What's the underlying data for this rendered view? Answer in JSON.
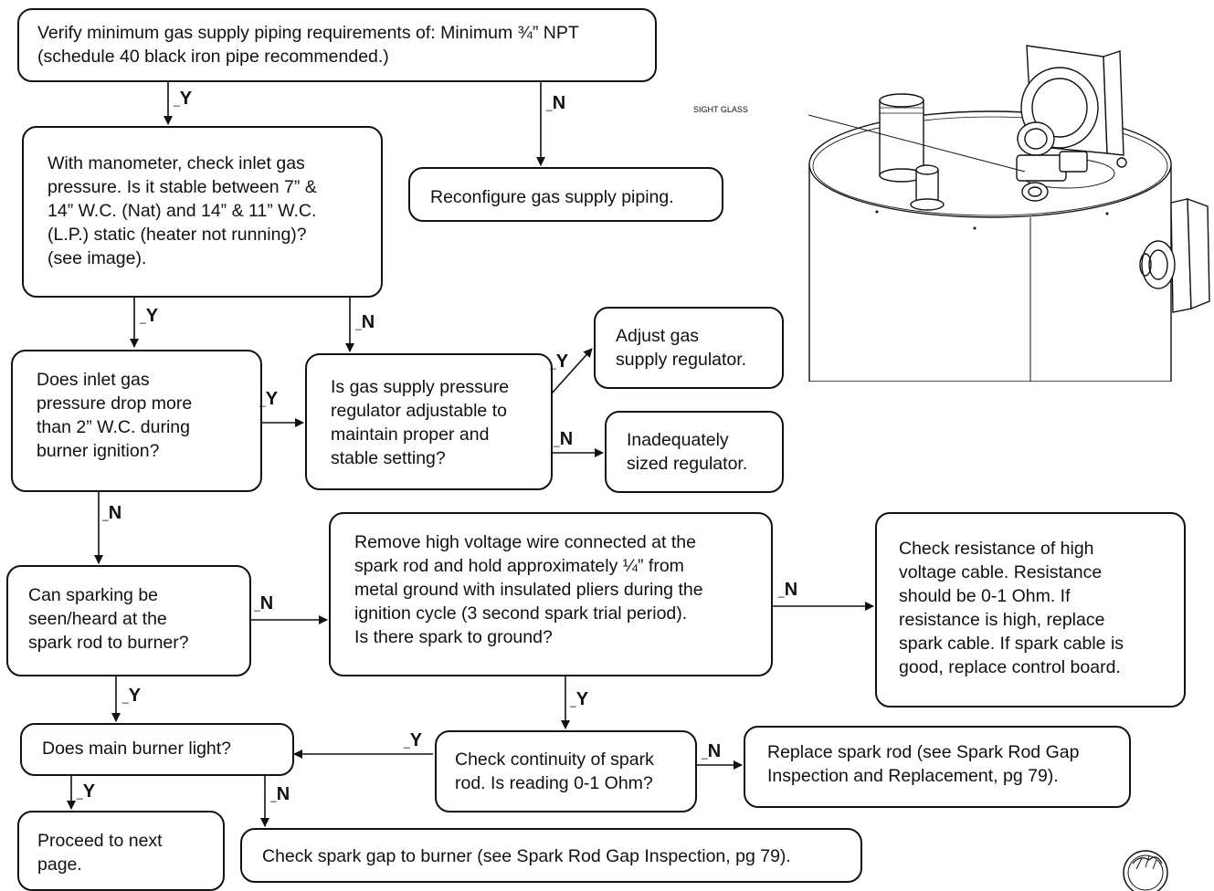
{
  "boxes": {
    "b1": "Verify minimum gas supply piping requirements of: Minimum ¾” NPT\n(schedule 40 black iron pipe recommended.)",
    "b2": "With manometer, check inlet gas\npressure. Is it stable between 7” &\n14” W.C. (Nat) and 14” & 11” W.C.\n(L.P.) static (heater not running)?\n(see image).",
    "b3": "Reconfigure gas supply piping.",
    "b4": "Does inlet gas\npressure drop more\nthan 2” W.C. during\nburner ignition?",
    "b5": "Is gas supply pressure\nregulator adjustable to\nmaintain proper and\nstable setting?",
    "b6": "Adjust gas\nsupply regulator.",
    "b7": "Inadequately\nsized regulator.",
    "b8": "Can sparking be\nseen/heard at the\nspark rod to burner?",
    "b9": "Remove high voltage wire connected at the\nspark rod and hold approximately ¼” from\nmetal ground with insulated pliers during the\nignition cycle (3 second spark trial period).\nIs there spark to ground?",
    "b10": "Check resistance of high\nvoltage cable. Resistance\nshould be 0-1 Ohm. If\nresistance is high, replace\nspark cable. If spark cable is\ngood, replace control board.",
    "b11": "Does main burner light?",
    "b12": "Check continuity of spark\nrod. Is reading 0-1 Ohm?",
    "b13": "Replace spark rod (see Spark Rod Gap\nInspection and Replacement, pg 79).",
    "b14": "Proceed to next\npage.",
    "b15": "Check spark gap to burner (see Spark Rod Gap Inspection, pg 79)."
  },
  "edge_labels": {
    "yes": "Y",
    "no": "N"
  },
  "image": {
    "callout": "SIGHT GLASS"
  }
}
